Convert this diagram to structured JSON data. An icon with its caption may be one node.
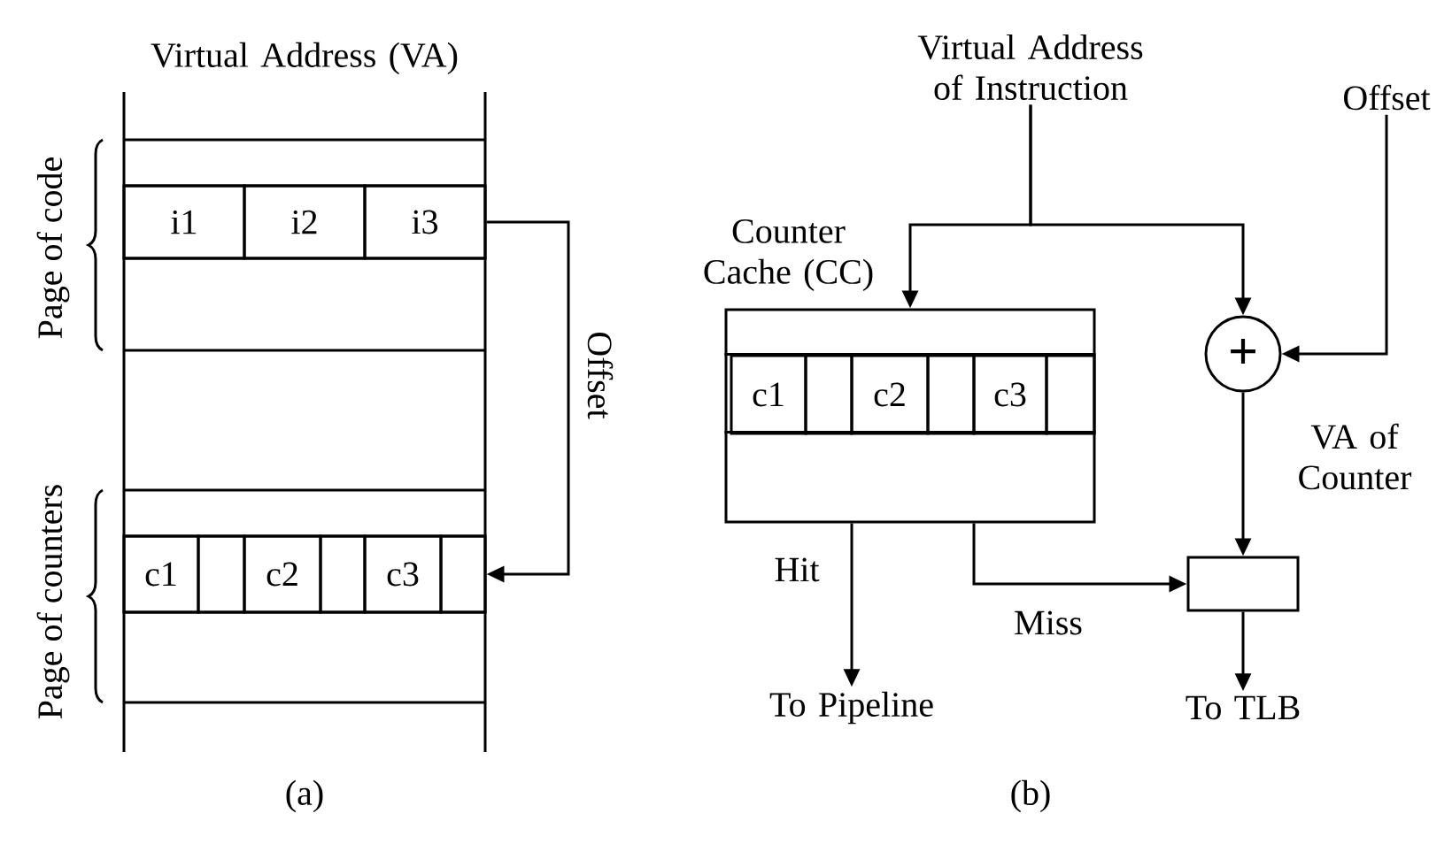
{
  "diagram": {
    "nodes": [
      {
        "text": [
          "i1"
        ]
      },
      {
        "text": [
          "i2"
        ]
      },
      {
        "text": [
          "i3"
        ]
      },
      {
        "text": [
          "c1"
        ]
      },
      {
        "text": [],
        "shape": "box"
      },
      {
        "text": [
          "c2"
        ]
      },
      {
        "text": [],
        "shape": "box"
      },
      {
        "text": [
          "c3"
        ]
      },
      {
        "text": [],
        "shape": "box"
      },
      {
        "text": [
          "Virtual Address of Instruction"
        ]
      },
      {
        "text": [
          "Offset"
        ]
      },
      {
        "text": [
          "Counter Cache (CC)"
        ]
      },
      {
        "text": [
          "c1"
        ],
        "in": 11
      },
      {
        "text": [],
        "shape": "box",
        "in": 11
      },
      {
        "text": [
          "c2"
        ],
        "in": 11
      },
      {
        "text": [],
        "shape": "box",
        "in": 11
      },
      {
        "text": [
          "c3"
        ],
        "in": 11
      },
      {
        "text": [],
        "shape": "box",
        "in": 11
      },
      {
        "text": [
          "+"
        ]
      },
      {
        "text": [],
        "shape": "box"
      },
      {
        "text": [
          "To Pipeline"
        ]
      },
      {
        "text": [
          "To TLB"
        ]
      }
    ],
    "edges": [
      {
        "from": 2,
        "to": 8,
        "arrow": "to",
        "label": "Offset"
      },
      {
        "from": 9,
        "to": 11,
        "arrow": "to"
      },
      {
        "from": 9,
        "to": 18,
        "arrow": "to"
      },
      {
        "from": 10,
        "to": 18,
        "arrow": "to"
      },
      {
        "from": 18,
        "to": 19,
        "arrow": "to",
        "label": "VA of Counter"
      },
      {
        "from": 11,
        "to": 20,
        "arrow": "to",
        "label": "Hit"
      },
      {
        "from": 11,
        "to": 19,
        "arrow": "to",
        "label": "Miss"
      },
      {
        "from": 19,
        "to": 21,
        "arrow": "to"
      }
    ],
    "labels": [
      "Virtual Address (VA)",
      "Page of code",
      "Page of counters",
      "(a)",
      "(b)"
    ]
  }
}
